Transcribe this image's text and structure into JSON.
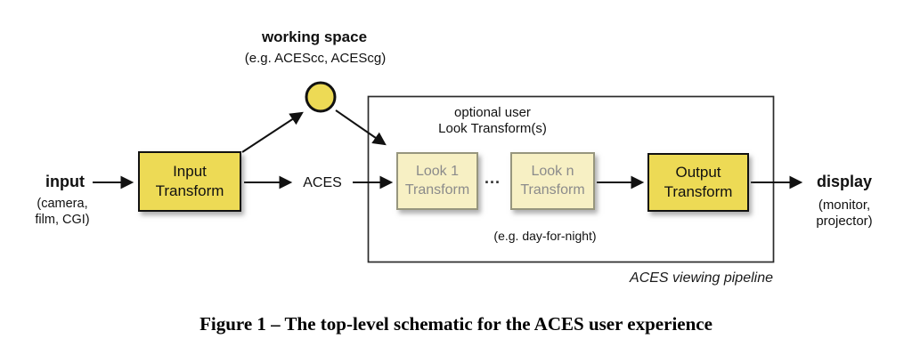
{
  "figure": {
    "caption": "Figure 1 – The top-level schematic for the ACES user experience",
    "colors": {
      "transform_box_fill": "#edda55",
      "look_box_fill": "#f7f0c4",
      "look_box_border": "#97967e",
      "look_box_text": "#8b8b8b",
      "line": "#111111",
      "background": "#ffffff"
    },
    "nodes": {
      "input": {
        "label": "input",
        "sublabel": "(camera,\nfilm, CGI)"
      },
      "input_transform": {
        "label": "Input\nTransform"
      },
      "working_space": {
        "label": "working space",
        "sublabel": "(e.g. ACEScc, ACEScg)"
      },
      "aces": {
        "label": "ACES"
      },
      "optional_user": {
        "label": "optional user\nLook Transform(s)"
      },
      "look_1": {
        "label": "Look 1\nTransform"
      },
      "ellipsis": "...",
      "look_n": {
        "label": "Look n\nTransform"
      },
      "day_for_night": {
        "label": "(e.g. day-for-night)"
      },
      "output_transform": {
        "label": "Output\nTransform"
      },
      "pipeline": {
        "label": "ACES viewing pipeline"
      },
      "display": {
        "label": "display",
        "sublabel": "(monitor,\nprojector)"
      }
    }
  }
}
